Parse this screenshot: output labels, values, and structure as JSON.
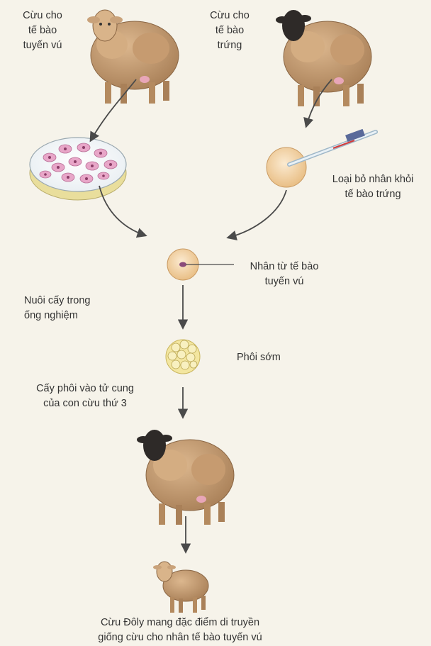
{
  "labels": {
    "donor_udder_sheep": "Cừu cho\ntế bào\ntuyến vú",
    "donor_egg_sheep": "Cừu cho\ntế bào\ntrứng",
    "remove_nucleus": "Loại bỏ nhân khỏi\ntế bào trứng",
    "nucleus_from_udder": "Nhân từ tế bào\ntuyến vú",
    "culture_in_vitro": "Nuôi cấy trong\nống nghiệm",
    "early_embryo": "Phôi sớm",
    "implant_embryo": "Cấy phôi vào tử cung\ncủa con cừu thứ 3",
    "dolly_caption": "Cừu Đôly mang đặc điểm di truyền\ngiống cừu cho nhân tế bào tuyến vú"
  },
  "colors": {
    "wool": "#c9a27a",
    "wool_shadow": "#a98058",
    "dark_face": "#2e2a28",
    "arrow": "#4a4a4a",
    "cell": "#f2d3a8",
    "petri_cell": "#e8a6c8"
  },
  "icons": {
    "sheep": "sheep-icon",
    "petri_dish": "petri-dish-icon",
    "egg_cell": "egg-cell-icon",
    "pipette": "micropipette-icon",
    "embryo": "early-embryo-icon",
    "lamb": "lamb-icon"
  }
}
